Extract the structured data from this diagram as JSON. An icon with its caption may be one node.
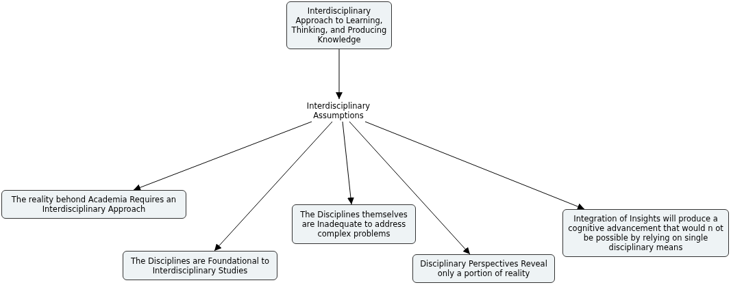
{
  "diagram": {
    "nodes": [
      {
        "text": [
          "Interdisciplinary Approach to Learning, Thinking, and Producing Knowledge"
        ]
      },
      {
        "text": [
          "Interdisciplinary Assumptions"
        ]
      },
      {
        "text": [
          "The reality behond Academia Requires an Interdisciplinary Approach"
        ]
      },
      {
        "text": [
          "The Disciplines are Foundational to Interdisciplinary Studies"
        ]
      },
      {
        "text": [
          "The Disciplines themselves are Inadequate to address complex problems"
        ]
      },
      {
        "text": [
          "Disciplinary Perspectives Reveal only a portion of reality"
        ]
      },
      {
        "text": [
          "Integration of Insights will produce a cognitive advancement that would n ot be possible by relying on single disciplinary means"
        ]
      }
    ],
    "edges": [
      {
        "from": 0,
        "to": 1,
        "arrow": "to"
      },
      {
        "from": 1,
        "to": 2,
        "arrow": "to"
      },
      {
        "from": 1,
        "to": 3,
        "arrow": "to"
      },
      {
        "from": 1,
        "to": 4,
        "arrow": "to"
      },
      {
        "from": 1,
        "to": 5,
        "arrow": "to"
      },
      {
        "from": 1,
        "to": 6,
        "arrow": "to"
      }
    ]
  }
}
